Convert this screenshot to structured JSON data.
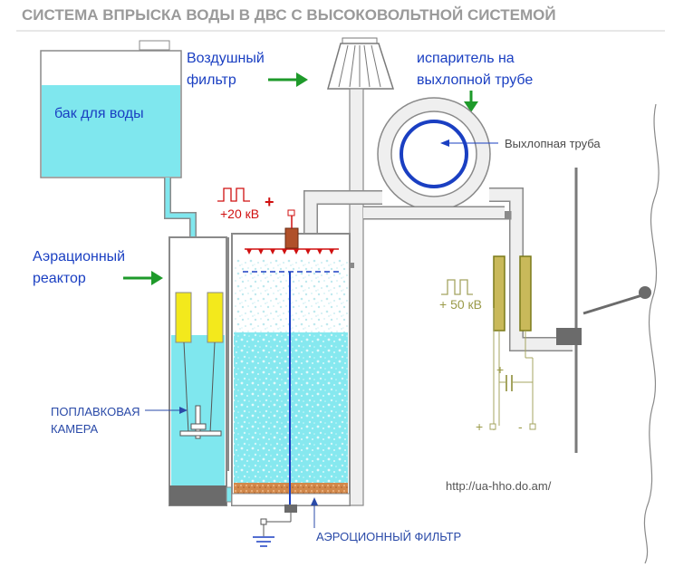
{
  "title": "СИСТЕМА ВПРЫСКА ВОДЫ В ДВС С ВЫСОКОВОЛЬТНОЙ СИСТЕМОЙ",
  "labels": {
    "water_tank": "бак для воды",
    "air_filter": "Воздушный\nфильтр",
    "evaporator": "испаритель на\nвыхлопной трубе",
    "exhaust_pipe": "Выхлопная труба",
    "aeration_reactor": "Аэрационный\nреактор",
    "float_chamber": "ПОПЛАВКОВАЯ\nКАМЕРА",
    "aeration_filter": "АЭРОЦИОННЫЙ ФИЛЬТР",
    "voltage_20": "+20 кВ",
    "voltage_50": "+ 50 кВ",
    "plus_sign": "+",
    "term_plus": "+",
    "term_minus": "-",
    "url": "http://ua-hho.do.am/"
  },
  "colors": {
    "water": "#7fe7ee",
    "pipe_fill": "#efefef",
    "pipe_stroke": "#8a8a8a",
    "arrow_green": "#1e9a2a",
    "label_blue": "#1a3fc2",
    "float_yellow": "#f3e91c",
    "electrode": "#9c9c2c",
    "electrode_fill": "#c9b95a",
    "hv_red": "#d01010",
    "circuit_olive": "#a4a460",
    "filter_orange": "#d2884a",
    "dark_gray": "#6b6b6b"
  },
  "icons": {
    "ground": "ground-symbol-icon",
    "pulse": "square-pulse-icon",
    "capacitor": "capacitor-icon",
    "arrow": "arrow-right-icon"
  }
}
